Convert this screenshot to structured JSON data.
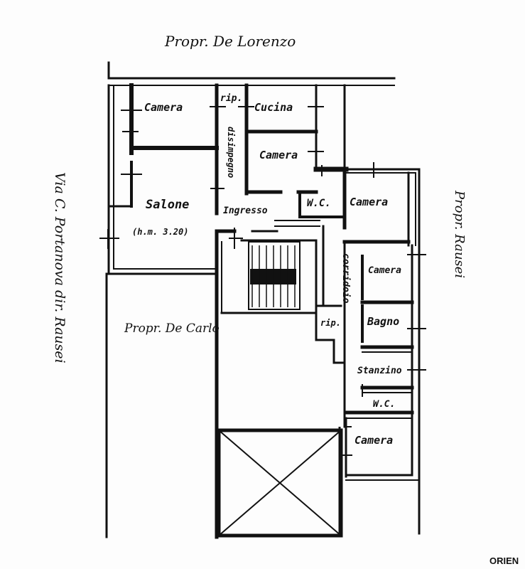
{
  "neighbors": {
    "top": "Propr. De Lorenzo",
    "right": "Propr. Rausei",
    "inner": "Propr. De Carlo",
    "street": "Via C. Portanova dir. Rausei"
  },
  "rooms": {
    "camera_top_left": "Camera",
    "rip_top": "rip.",
    "cucina": "Cucina",
    "disimpegno": "disimpegno",
    "camera_middle": "Camera",
    "salone": "Salone",
    "salone_height": "(h.m. 3.20)",
    "ingresso": "Ingresso",
    "wc_top": "W.C.",
    "camera_right": "Camera",
    "camera_right_small": "Camera",
    "corridoio": "corridoio",
    "rip_small": "rip.",
    "bagno": "Bagno",
    "stanzino": "Stanzino",
    "wc_bottom": "W.C.",
    "camera_bottom": "Camera"
  },
  "orientation_label": "ORIEN",
  "colors": {
    "ink": "#111111",
    "paper": "#fdfdfd"
  }
}
